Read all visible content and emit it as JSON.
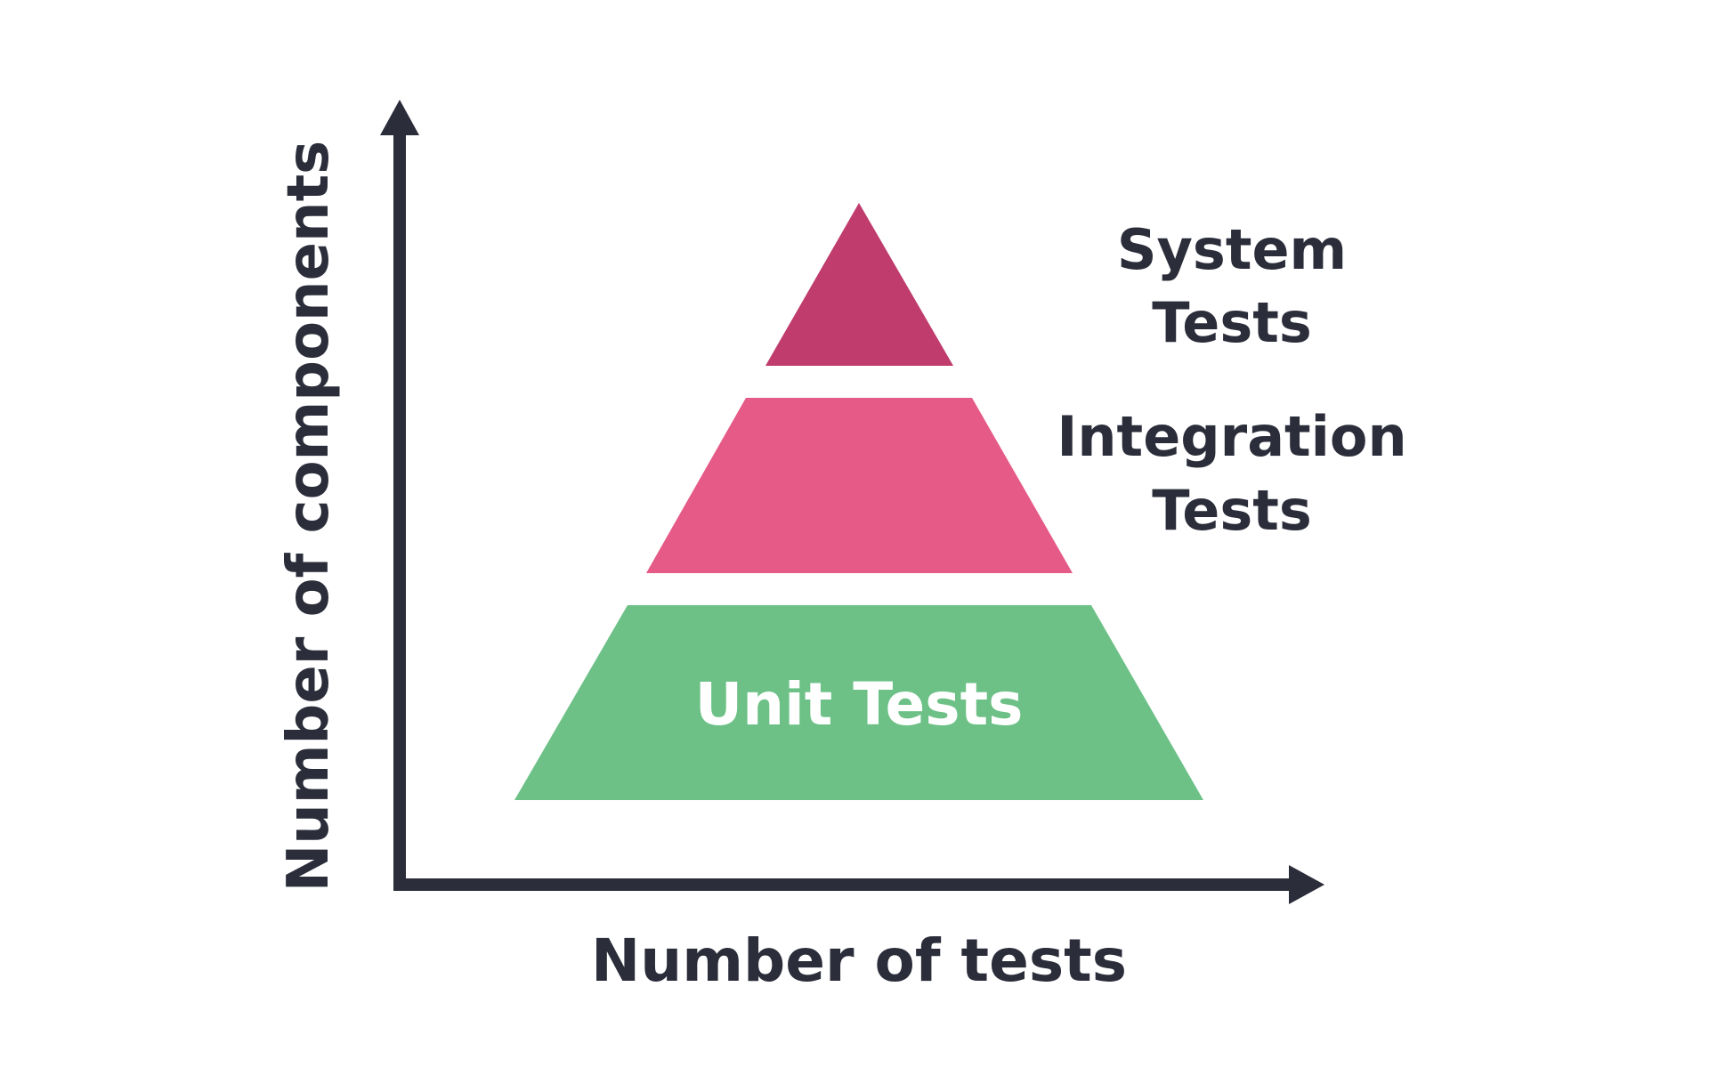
{
  "axes": {
    "y_label": "Number of components",
    "x_label": "Number of tests"
  },
  "levels": {
    "system": {
      "line1": "System",
      "line2": "Tests",
      "color": "#BF3C6C"
    },
    "integration": {
      "line1": "Integration",
      "line2": "Tests",
      "color": "#E55A87"
    },
    "unit": {
      "label": "Unit Tests",
      "color": "#6DC187",
      "label_color": "#FFFFFF"
    }
  },
  "colors": {
    "axis": "#2B2D3A",
    "text": "#2B2D3A",
    "background": "#FFFFFF"
  }
}
